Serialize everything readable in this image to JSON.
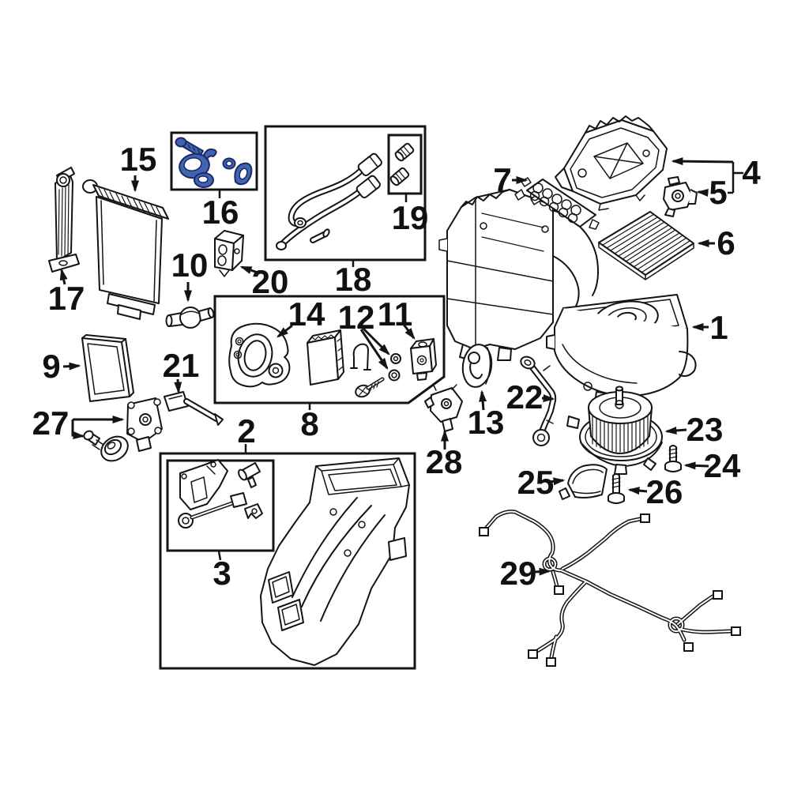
{
  "diagram": {
    "background_color": "#ffffff",
    "line_color": "#141414",
    "highlight_color": "#4064b2",
    "boxed_group_numbers": [
      "2",
      "3",
      "8",
      "16",
      "18",
      "19"
    ],
    "highlighted_group_number": "16",
    "callouts": [
      {
        "number": "1"
      },
      {
        "number": "2"
      },
      {
        "number": "3"
      },
      {
        "number": "4"
      },
      {
        "number": "5"
      },
      {
        "number": "6"
      },
      {
        "number": "7"
      },
      {
        "number": "8"
      },
      {
        "number": "9"
      },
      {
        "number": "10"
      },
      {
        "number": "11"
      },
      {
        "number": "12"
      },
      {
        "number": "13"
      },
      {
        "number": "14"
      },
      {
        "number": "15"
      },
      {
        "number": "16"
      },
      {
        "number": "17"
      },
      {
        "number": "18"
      },
      {
        "number": "19"
      },
      {
        "number": "20"
      },
      {
        "number": "21"
      },
      {
        "number": "22"
      },
      {
        "number": "23"
      },
      {
        "number": "24"
      },
      {
        "number": "25"
      },
      {
        "number": "26"
      },
      {
        "number": "27"
      },
      {
        "number": "28"
      },
      {
        "number": "29"
      }
    ]
  }
}
